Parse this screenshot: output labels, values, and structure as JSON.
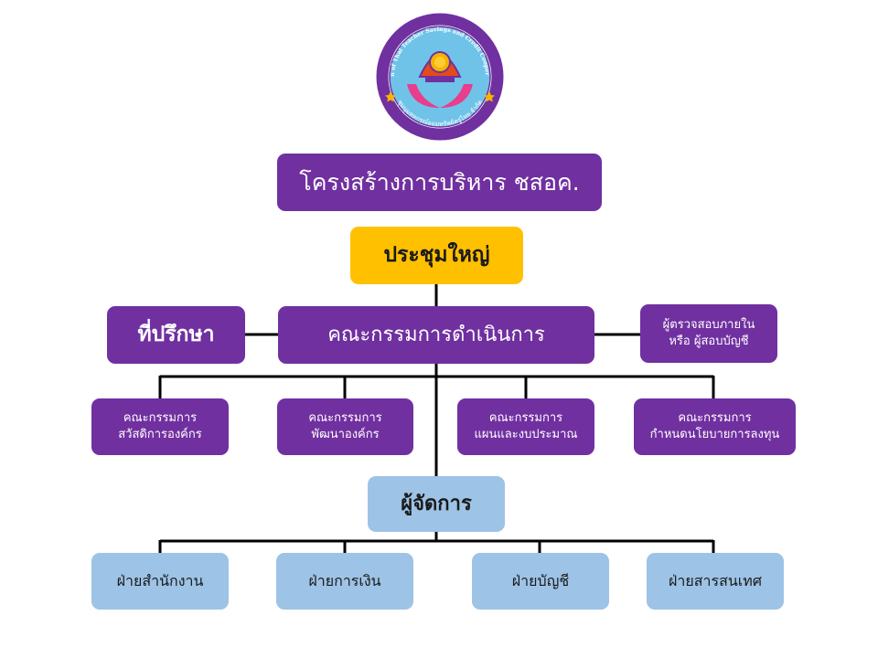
{
  "logo": {
    "ring_text_top": "The Federation of Thai Teacher Savings and Credit Cooperatives Limited",
    "ring_text_bottom": "ชุมนุมสหกรณ์ออมทรัพย์ครูไทย จำกัด",
    "colors": {
      "ring": "#7030a0",
      "fill": "#6fc3e8",
      "hands": "#e83e8c",
      "gold": "#f5b400"
    }
  },
  "title": "โครงสร้างการบริหาร ชสอค.",
  "general_meeting": "ประชุมใหญ่",
  "advisor": "ที่ปรึกษา",
  "executive_committee": "คณะกรรมการดำเนินการ",
  "auditor": {
    "line1": "ผู้ตรวจสอบภายใน",
    "line2": "หรือ ผู้สอบบัญชี"
  },
  "committees": [
    {
      "line1": "คณะกรรมการ",
      "line2": "สวัสดิการองค์กร"
    },
    {
      "line1": "คณะกรรมการ",
      "line2": "พัฒนาองค์กร"
    },
    {
      "line1": "คณะกรรมการ",
      "line2": "แผนและงบประมาณ"
    },
    {
      "line1": "คณะกรรมการ",
      "line2": "กำหนดนโยบายการลงทุน"
    }
  ],
  "manager": "ผู้จัดการ",
  "departments": [
    {
      "label": "ฝ่ายสำนักงาน"
    },
    {
      "label": "ฝ่ายการเงิน"
    },
    {
      "label": "ฝ่ายบัญชี"
    },
    {
      "label": "ฝ่ายสารสนเทศ"
    }
  ],
  "colors": {
    "purple": "#7030a0",
    "gold": "#ffc000",
    "blue": "#9dc3e6",
    "line": "#000000"
  }
}
